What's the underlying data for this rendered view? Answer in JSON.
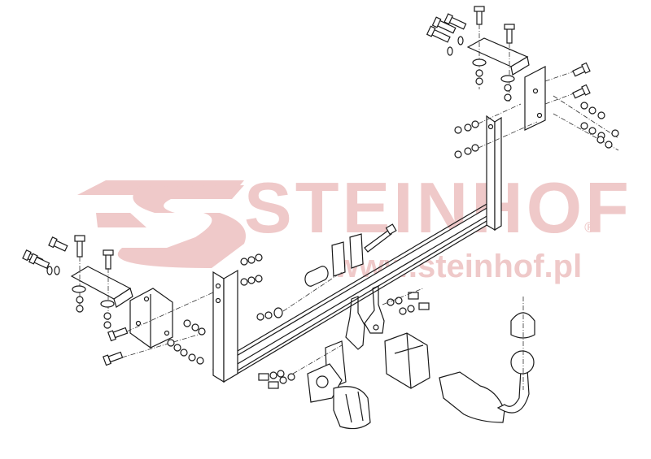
{
  "diagram": {
    "title": "Tow bar exploded view assembly drawing",
    "watermark": {
      "brand": "STEINHOF",
      "registered_mark": "®",
      "url": "www.steinhof.pl",
      "color": "#efc9c9"
    },
    "line_color": "#1a1a1a",
    "background": "#ffffff",
    "components": [
      "main crossbar with two vertical side arms",
      "upper right mounting bracket with bolts, washers and nuts",
      "left mounting bracket with bolts, washers and nuts",
      "center spacer plates with long bolt and sleeve",
      "electrical socket mounting plate",
      "electrical socket (7/13-pin)",
      "ball mount receiver housing",
      "detachable tow ball neck",
      "tow ball protective cap"
    ]
  }
}
